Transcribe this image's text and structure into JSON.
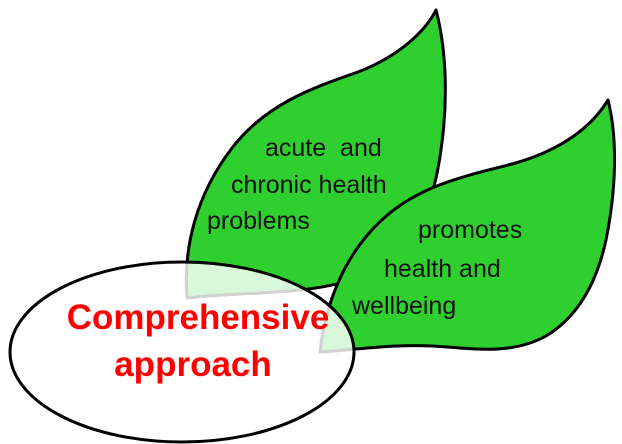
{
  "diagram": {
    "leaf_left": {
      "lines": [
        "acute  and",
        "chronic health",
        "problems"
      ]
    },
    "leaf_right": {
      "lines": [
        "promotes",
        "health and",
        "wellbeing"
      ]
    },
    "center": {
      "lines": [
        "Comprehensive",
        "approach"
      ]
    }
  },
  "colors": {
    "leaf_fill": "#2ecf2e",
    "ellipse_fill": "#ffffff",
    "ellipse_opacity": 0.82,
    "outline": "#000000",
    "leaf_text": "#111111",
    "center_text": "#ff0000"
  }
}
